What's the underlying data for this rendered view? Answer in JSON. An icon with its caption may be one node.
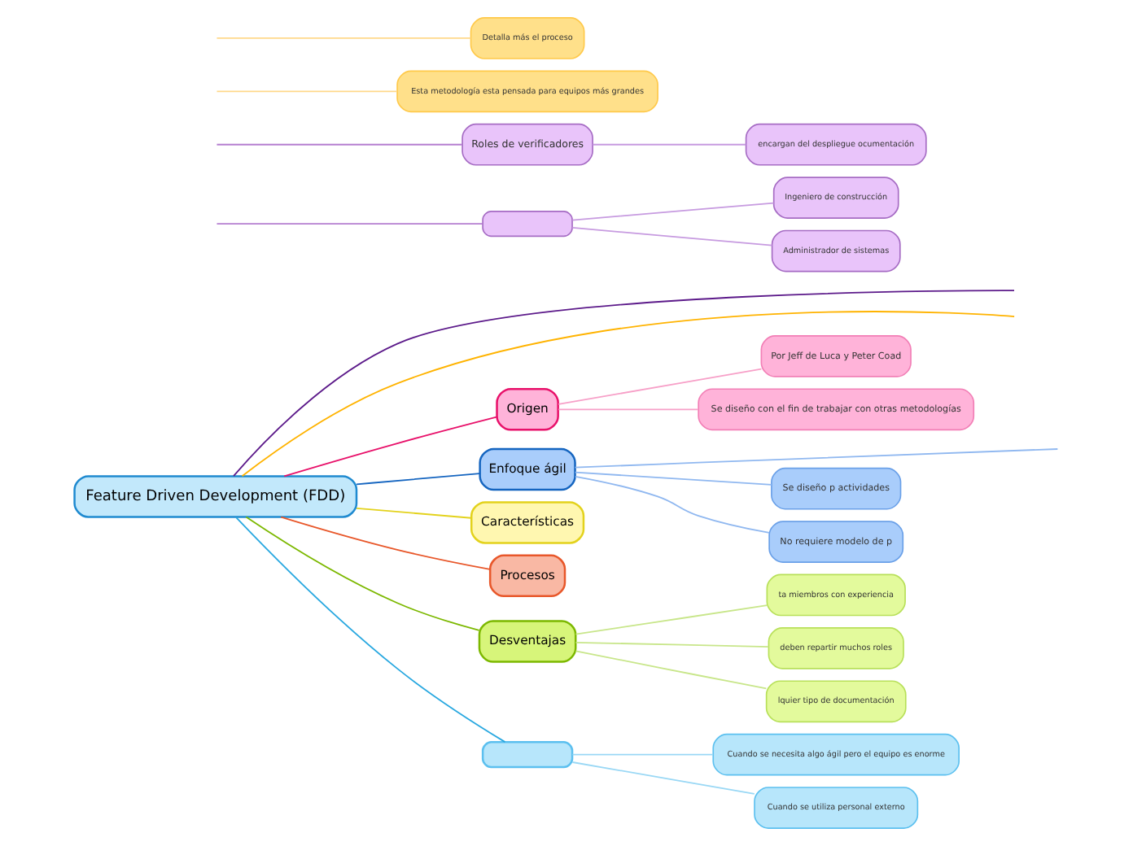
{
  "diagram": {
    "nodes": [
      {
        "text": [
          "Feature Driven Development (FDD)"
        ]
      },
      {
        "text": [],
        "shape": "box"
      },
      {
        "text": [
          "Ingeniero de construcción"
        ]
      },
      {
        "text": [
          "Administrador de sistemas"
        ]
      },
      {
        "text": [
          "Roles de verificadores"
        ]
      },
      {
        "text": [
          "encargan del despliegue ocumentación"
        ]
      },
      {
        "text": [
          "Origen"
        ]
      },
      {
        "text": [
          "Por Jeff de Luca y Peter Coad"
        ]
      },
      {
        "text": [
          "Se diseño con el fin de trabajar con otras metodologías"
        ]
      },
      {
        "text": [
          "Enfoque ágil"
        ]
      },
      {
        "text": [
          "Se diseño p actividades"
        ]
      },
      {
        "text": [
          "No requiere modelo de p"
        ]
      },
      {
        "text": [
          "Características"
        ]
      },
      {
        "text": [
          "Procesos"
        ]
      },
      {
        "text": [
          "Desventajas"
        ]
      },
      {
        "text": [
          "ta miembros con experiencia"
        ]
      },
      {
        "text": [
          "deben repartir muchos roles"
        ]
      },
      {
        "text": [
          "lquier tipo de documentación"
        ]
      },
      {
        "text": [
          "Esta metodología esta pensada para equipos más grandes"
        ]
      },
      {
        "text": [
          "Detalla más el proceso"
        ]
      },
      {
        "text": [
          "Cuando se necesita algo ágil pero el equipo es enorme"
        ]
      },
      {
        "text": [
          "Cuando se utiliza personal externo"
        ]
      },
      {
        "text": [],
        "shape": "box"
      }
    ],
    "edges": [
      {
        "from": 0,
        "to": null,
        "arrow": "none",
        "color": "#5c1a8a"
      },
      {
        "from": null,
        "to": 1,
        "arrow": "none",
        "color": "#b57fd0"
      },
      {
        "from": null,
        "to": 4,
        "arrow": "none",
        "color": "#b57fd0"
      },
      {
        "from": 1,
        "to": 2,
        "arrow": "none",
        "color": "#c79be0"
      },
      {
        "from": 1,
        "to": 3,
        "arrow": "none",
        "color": "#c79be0"
      },
      {
        "from": 4,
        "to": 5,
        "arrow": "none",
        "color": "#c79be0"
      },
      {
        "from": 0,
        "to": 6,
        "arrow": "none",
        "color": "#e8116a"
      },
      {
        "from": 6,
        "to": 7,
        "arrow": "none",
        "color": "#f7a0c8"
      },
      {
        "from": 6,
        "to": 8,
        "arrow": "none",
        "color": "#f7a0c8"
      },
      {
        "from": 0,
        "to": 9,
        "arrow": "none",
        "color": "#1565c0"
      },
      {
        "from": 9,
        "to": null,
        "arrow": "none",
        "color": "#90b8f0"
      },
      {
        "from": 9,
        "to": 10,
        "arrow": "none",
        "color": "#90b8f0"
      },
      {
        "from": 9,
        "to": 11,
        "arrow": "none",
        "color": "#90b8f0"
      },
      {
        "from": 0,
        "to": 12,
        "arrow": "none",
        "color": "#e3d21c"
      },
      {
        "from": 0,
        "to": 13,
        "arrow": "none",
        "color": "#e8572a"
      },
      {
        "from": 0,
        "to": 14,
        "arrow": "none",
        "color": "#7cb800"
      },
      {
        "from": 14,
        "to": 15,
        "arrow": "none",
        "color": "#c8e68a"
      },
      {
        "from": 14,
        "to": 16,
        "arrow": "none",
        "color": "#c8e68a"
      },
      {
        "from": 14,
        "to": 17,
        "arrow": "none",
        "color": "#c8e68a"
      },
      {
        "from": 0,
        "to": null,
        "arrow": "none",
        "color": "#ffb300"
      },
      {
        "from": null,
        "to": 18,
        "arrow": "none",
        "color": "#ffd98a"
      },
      {
        "from": null,
        "to": 19,
        "arrow": "none",
        "color": "#ffd98a"
      },
      {
        "from": 0,
        "to": 22,
        "arrow": "none",
        "color": "#29a8e0"
      },
      {
        "from": 22,
        "to": 20,
        "arrow": "none",
        "color": "#9ad8f5"
      },
      {
        "from": 22,
        "to": 21,
        "arrow": "none",
        "color": "#9ad8f5"
      }
    ]
  }
}
